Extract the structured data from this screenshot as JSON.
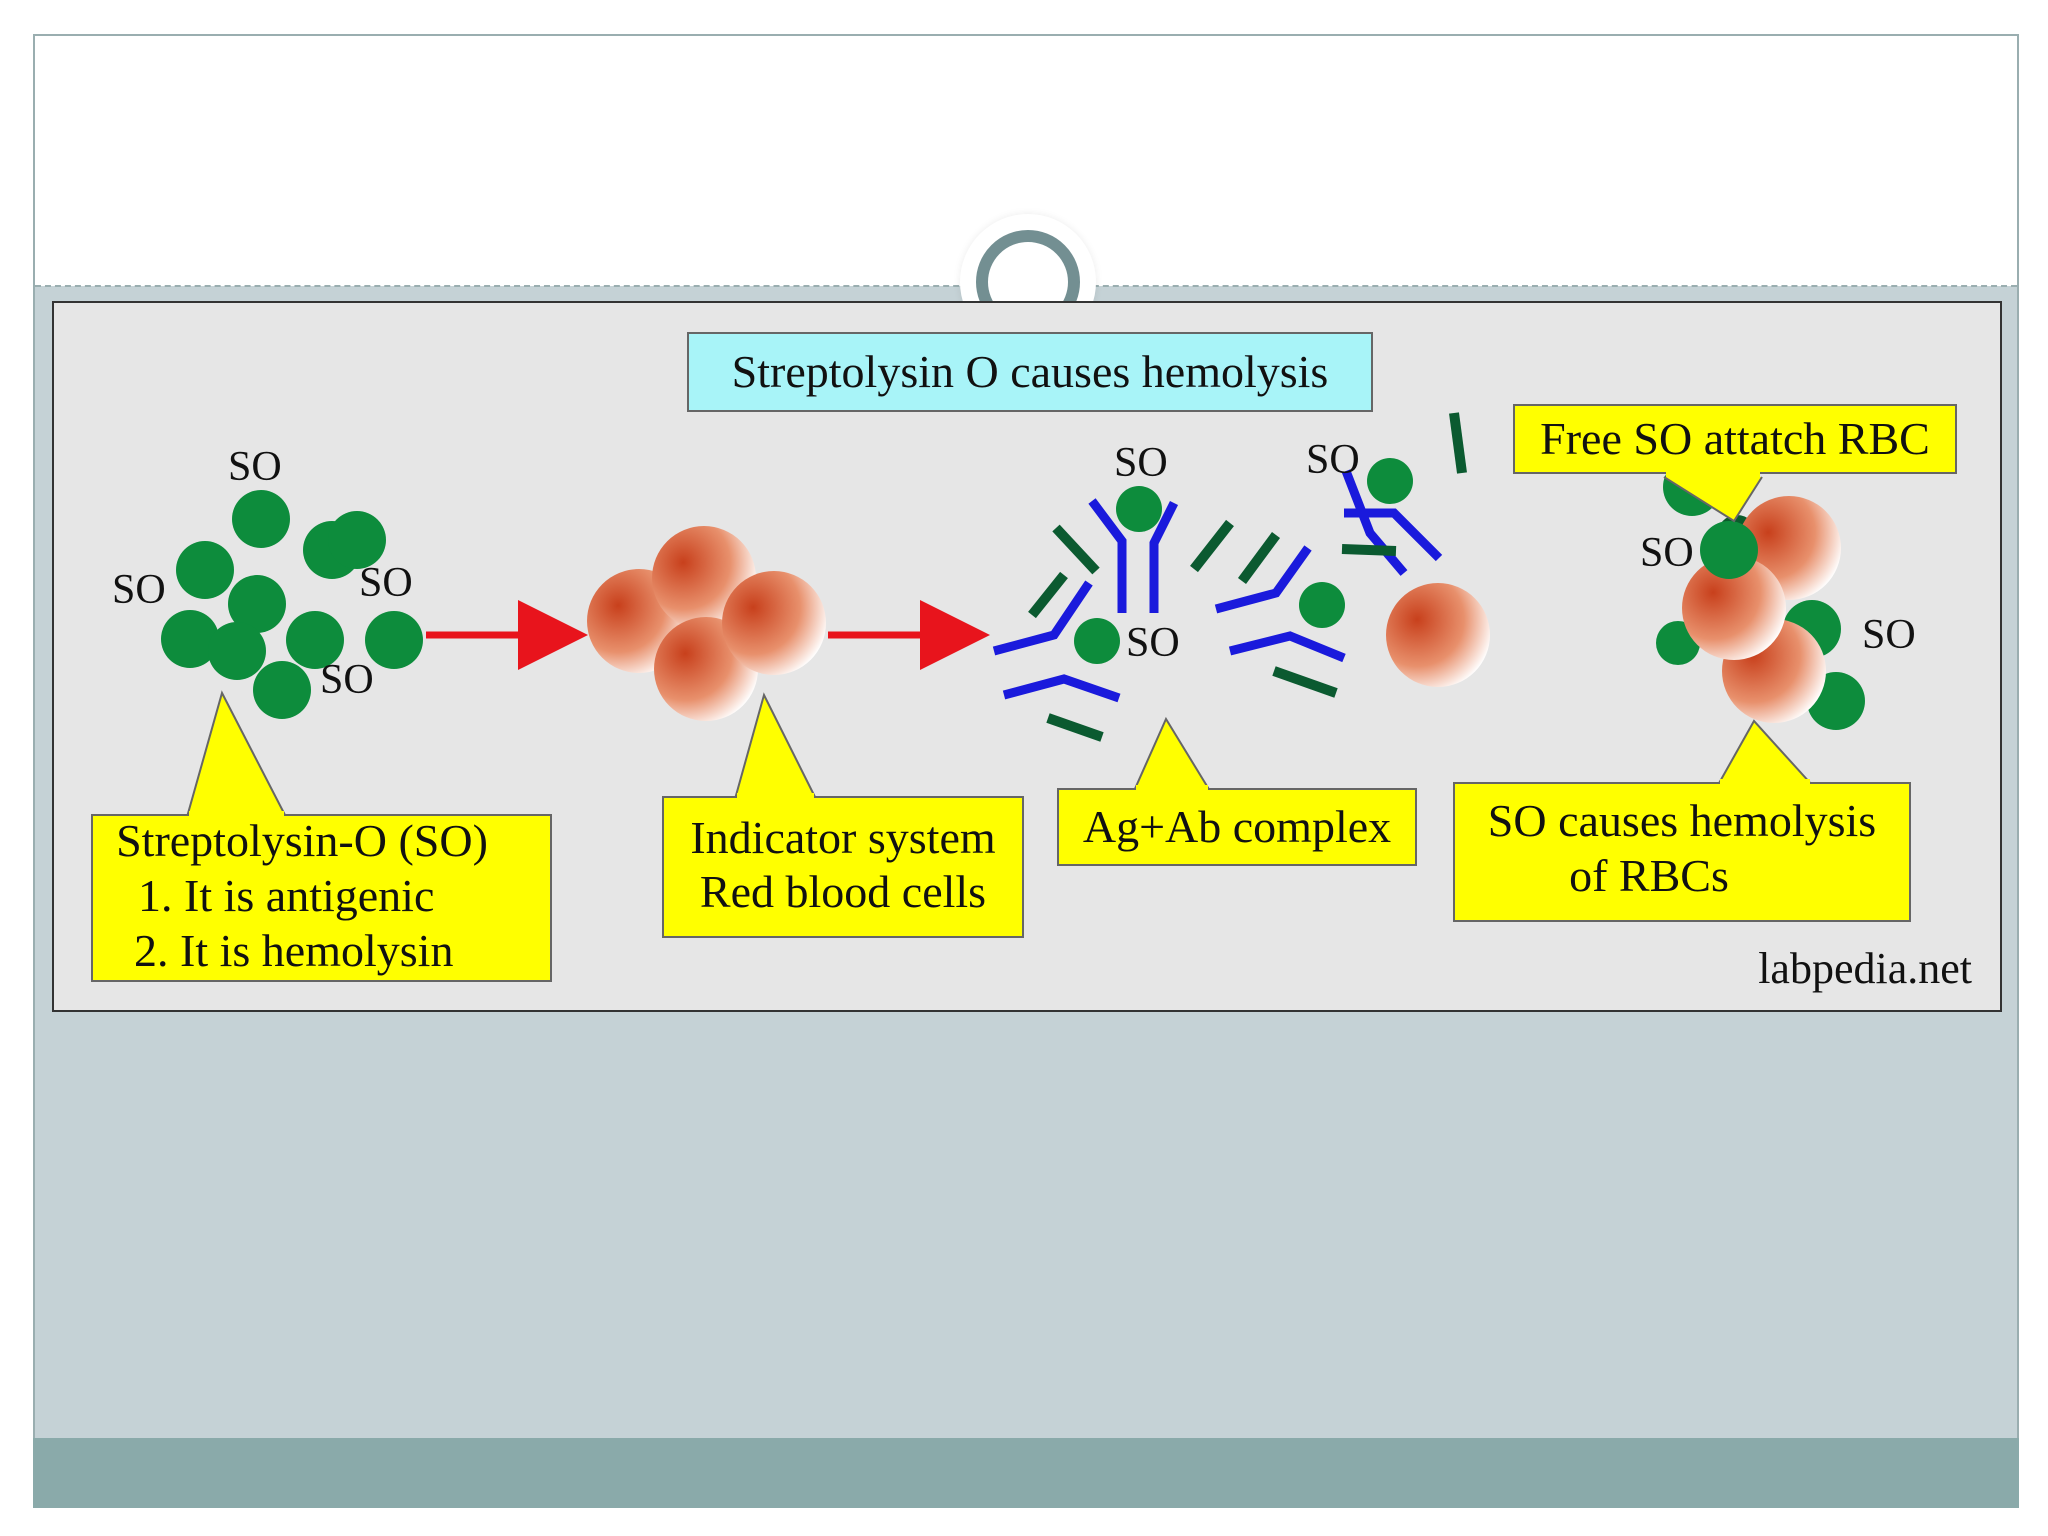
{
  "diagram": {
    "title": "Streptolysin O causes hemolysis",
    "so_label": "SO",
    "callouts": {
      "free_so": "Free SO attatch RBC",
      "streptolysin": [
        "Streptolysin-O (SO)",
        "1. It is antigenic",
        "2. It is hemolysin"
      ],
      "indicator": [
        "Indicator system",
        "Red blood cells"
      ],
      "complex": "Ag+Ab complex",
      "hemolysis": [
        "SO causes hemolysis",
        "of RBCs"
      ]
    },
    "watermark": "labpedia.net"
  },
  "colors": {
    "so_dot": "#0d8c3c",
    "so_dot_dark": "#0a5c2c",
    "antibody": "#1a1adc",
    "antibody_fragment": "#0b5a30",
    "arrow": "#e8141c",
    "callout_fill": "#ffff00",
    "title_fill": "#a8f4f8",
    "rbc_dark": "#c8401c",
    "rbc_light": "#ffffff",
    "panel_bg": "#e6e6e6"
  }
}
